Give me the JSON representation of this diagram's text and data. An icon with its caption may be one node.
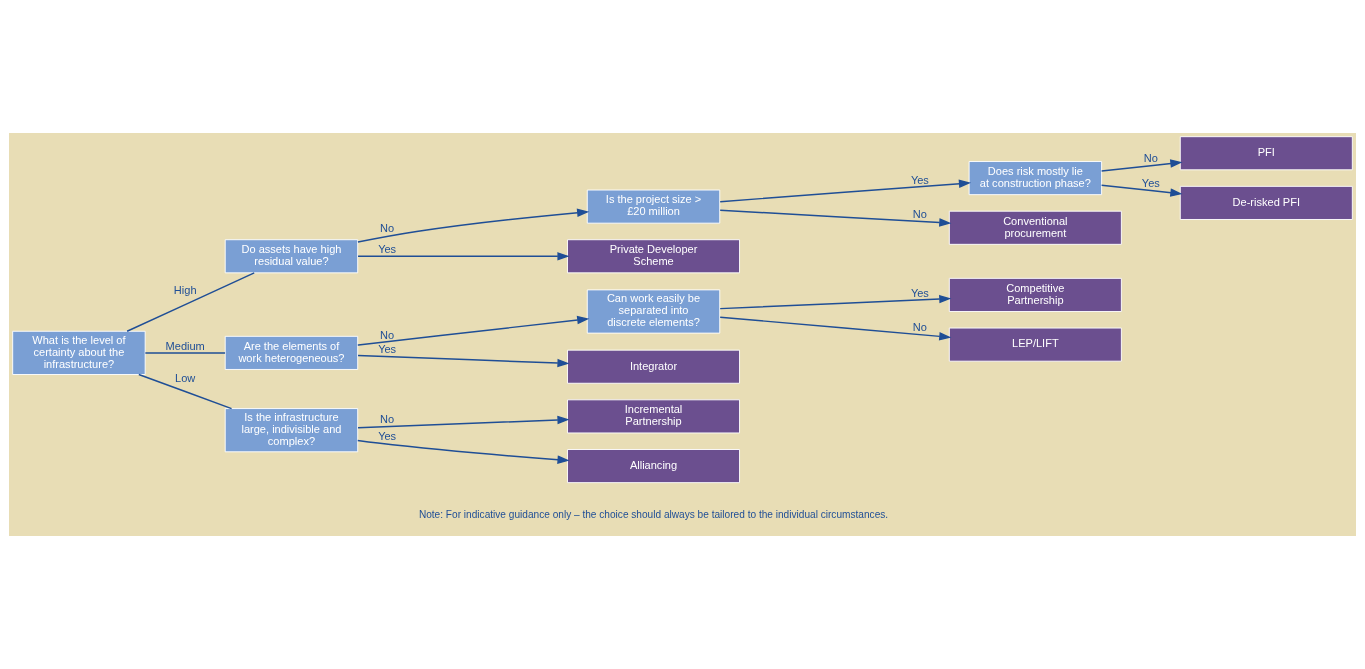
{
  "diagram": {
    "nodes": [
      {
        "text": [
          "What is the level of certainty about the infrastructure?"
        ]
      },
      {
        "text": [
          "Do assets have high residual value?"
        ]
      },
      {
        "text": [
          "Are the elements of work heterogeneous?"
        ]
      },
      {
        "text": [
          "Is the infrastructure large, indivisible and complex?"
        ]
      },
      {
        "text": [
          "Is the project size > £20 million"
        ]
      },
      {
        "text": [
          "Does risk mostly lie at construction phase?"
        ]
      },
      {
        "text": [
          "Can work easily be separated into discrete elements?"
        ]
      },
      {
        "text": [
          "Private Developer Scheme"
        ]
      },
      {
        "text": [
          "PFI"
        ]
      },
      {
        "text": [
          "De-risked PFI"
        ]
      },
      {
        "text": [
          "Conventional procurement"
        ]
      },
      {
        "text": [
          "Integrator"
        ]
      },
      {
        "text": [
          "Competitive Partnership"
        ]
      },
      {
        "text": [
          "LEP/LIFT"
        ]
      },
      {
        "text": [
          "Incremental Partnership"
        ]
      },
      {
        "text": [
          "Alliancing"
        ]
      }
    ],
    "edges": [
      {
        "from": 0,
        "to": 1,
        "arrow": "none",
        "label": "High"
      },
      {
        "from": 0,
        "to": 2,
        "arrow": "none",
        "label": "Medium"
      },
      {
        "from": 0,
        "to": 3,
        "arrow": "none",
        "label": "Low"
      },
      {
        "from": 1,
        "to": 7,
        "arrow": "to",
        "label": "Yes"
      },
      {
        "from": 1,
        "to": 4,
        "arrow": "to",
        "label": "No"
      },
      {
        "from": 4,
        "to": 5,
        "arrow": "to",
        "label": "Yes"
      },
      {
        "from": 5,
        "to": 8,
        "arrow": "to",
        "label": "No"
      },
      {
        "from": 5,
        "to": 9,
        "arrow": "to",
        "label": "Yes"
      },
      {
        "from": 4,
        "to": 10,
        "arrow": "to",
        "label": "No"
      },
      {
        "from": 2,
        "to": 11,
        "arrow": "to",
        "label": "Yes"
      },
      {
        "from": 2,
        "to": 6,
        "arrow": "to",
        "label": "No"
      },
      {
        "from": 6,
        "to": 12,
        "arrow": "to",
        "label": "Yes"
      },
      {
        "from": 6,
        "to": 13,
        "arrow": "to",
        "label": "No"
      },
      {
        "from": 3,
        "to": 14,
        "arrow": "to",
        "label": "No"
      },
      {
        "from": 3,
        "to": 15,
        "arrow": "to",
        "label": "Yes"
      }
    ],
    "labels": [
      "Note: For indicative guidance only – the choice should always be tailored to the individual circumstances."
    ]
  }
}
